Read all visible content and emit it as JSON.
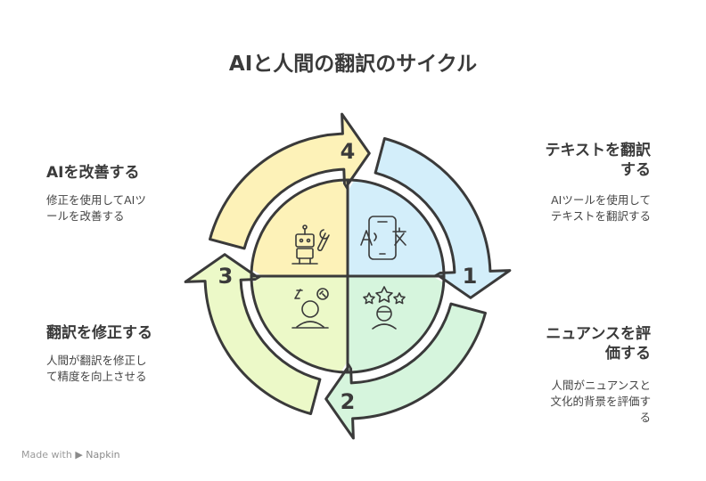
{
  "title": "AIと人間の翻訳のサイクル",
  "steps": [
    {
      "number": "1",
      "title_lines": [
        "テキストを翻訳",
        "する"
      ],
      "desc_lines": [
        "AIツールを使用して",
        "テキストを翻訳する"
      ]
    },
    {
      "number": "2",
      "title_lines": [
        "ニュアンスを評",
        "価する"
      ],
      "desc_lines": [
        "人間がニュアンスと",
        "文化的背景を評価す",
        "る"
      ]
    },
    {
      "number": "3",
      "title_lines": [
        "翻訳を修正する"
      ],
      "desc_lines": [
        "人間が翻訳を修正し",
        "て精度を向上させる"
      ]
    },
    {
      "number": "4",
      "title_lines": [
        "AIを改善する"
      ],
      "desc_lines": [
        "修正を使用してAIツ",
        "ールを改善する"
      ]
    }
  ],
  "icons": {
    "q1": "translate-phone-icon",
    "q2": "star-rating-icon",
    "q3": "editor-person-icon",
    "q4": "robot-wrench-icon"
  },
  "colors": {
    "q1": "#d3eefa",
    "q2": "#d6f5dd",
    "q3": "#ecf9c8",
    "q4": "#fdf2b8",
    "stroke": "#3a3a3a"
  },
  "footer": {
    "made_with": "Made with",
    "brand": "Napkin"
  }
}
